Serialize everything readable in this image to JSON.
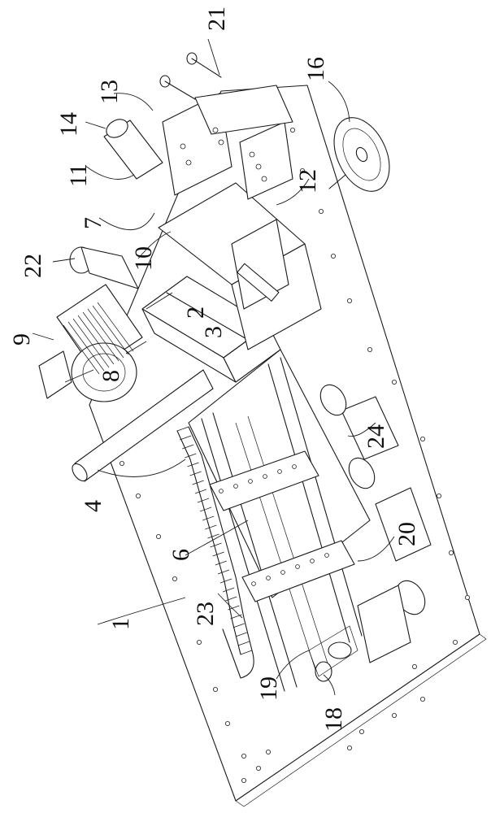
{
  "figure": {
    "callouts": [
      {
        "id": "c1",
        "text": "1"
      },
      {
        "id": "c2",
        "text": "2"
      },
      {
        "id": "c3",
        "text": "3"
      },
      {
        "id": "c4",
        "text": "4"
      },
      {
        "id": "c6",
        "text": "6"
      },
      {
        "id": "c7",
        "text": "7"
      },
      {
        "id": "c8",
        "text": "8"
      },
      {
        "id": "c9",
        "text": "9"
      },
      {
        "id": "c10",
        "text": "10"
      },
      {
        "id": "c11",
        "text": "11"
      },
      {
        "id": "c12",
        "text": "12"
      },
      {
        "id": "c13",
        "text": "13"
      },
      {
        "id": "c14",
        "text": "14"
      },
      {
        "id": "c16",
        "text": "16"
      },
      {
        "id": "c18",
        "text": "18"
      },
      {
        "id": "c19",
        "text": "19"
      },
      {
        "id": "c20",
        "text": "20"
      },
      {
        "id": "c21",
        "text": "21"
      },
      {
        "id": "c22",
        "text": "22"
      },
      {
        "id": "c23",
        "text": "23"
      },
      {
        "id": "c24",
        "text": "24"
      }
    ]
  }
}
